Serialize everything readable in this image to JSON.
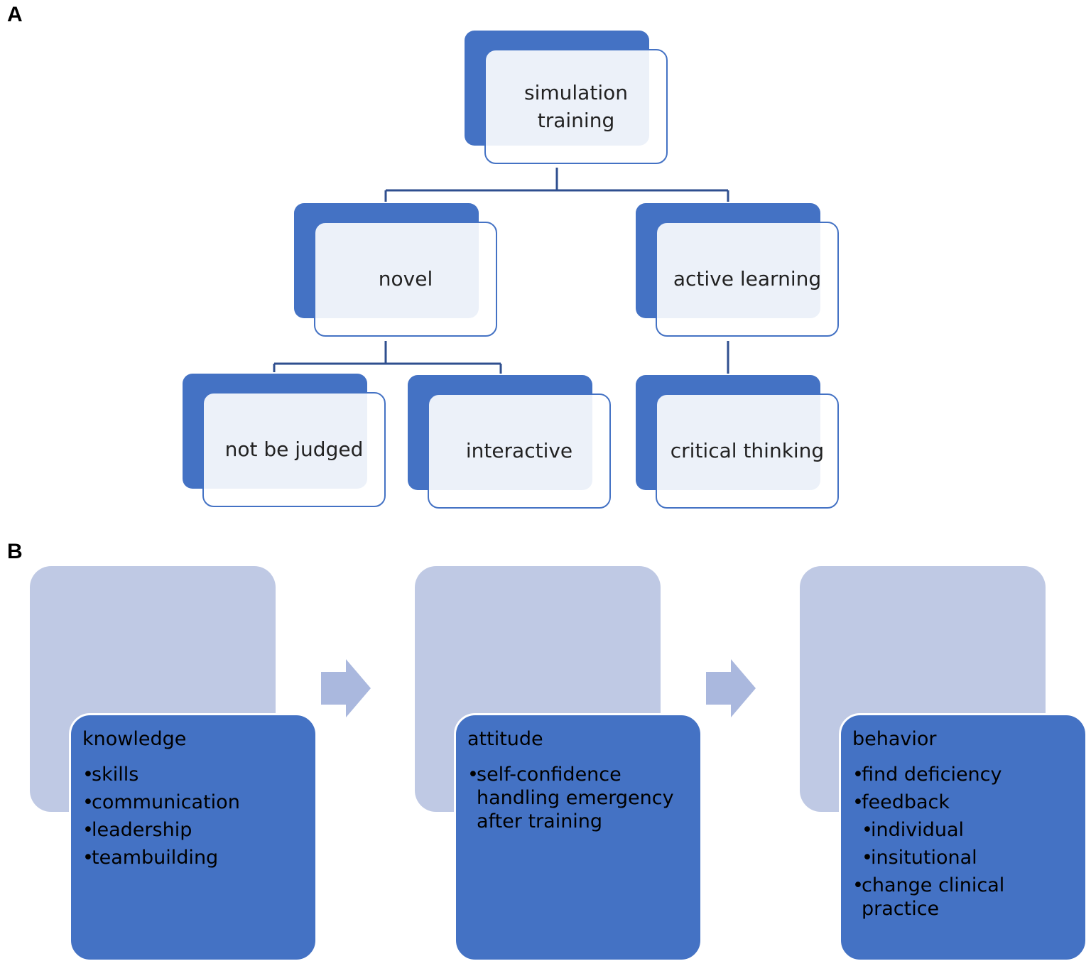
{
  "panel_a": {
    "label": "A",
    "nodes": {
      "root": [
        "simulation",
        "training"
      ],
      "novel": "novel",
      "active_learning": "active learning",
      "not_be_judged": "not be judged",
      "interactive": "interactive",
      "critical_thinking": "critical thinking"
    }
  },
  "panel_b": {
    "label": "B",
    "cards": [
      {
        "title": "knowledge",
        "items": [
          "skills",
          "communication",
          "leadership",
          "teambuilding"
        ]
      },
      {
        "title": "attitude",
        "items": [
          "self-confidence handling emergency after training"
        ]
      },
      {
        "title": "behavior",
        "items": [
          "find  deficiency",
          "feedback",
          "individual",
          "insitutional",
          "change  clinical practice"
        ]
      }
    ]
  },
  "colors": {
    "primary_blue": "#4472c4",
    "light_blue": "#bfc9e4",
    "arrow": "#aab8de",
    "connector": "#2f4f8f"
  }
}
